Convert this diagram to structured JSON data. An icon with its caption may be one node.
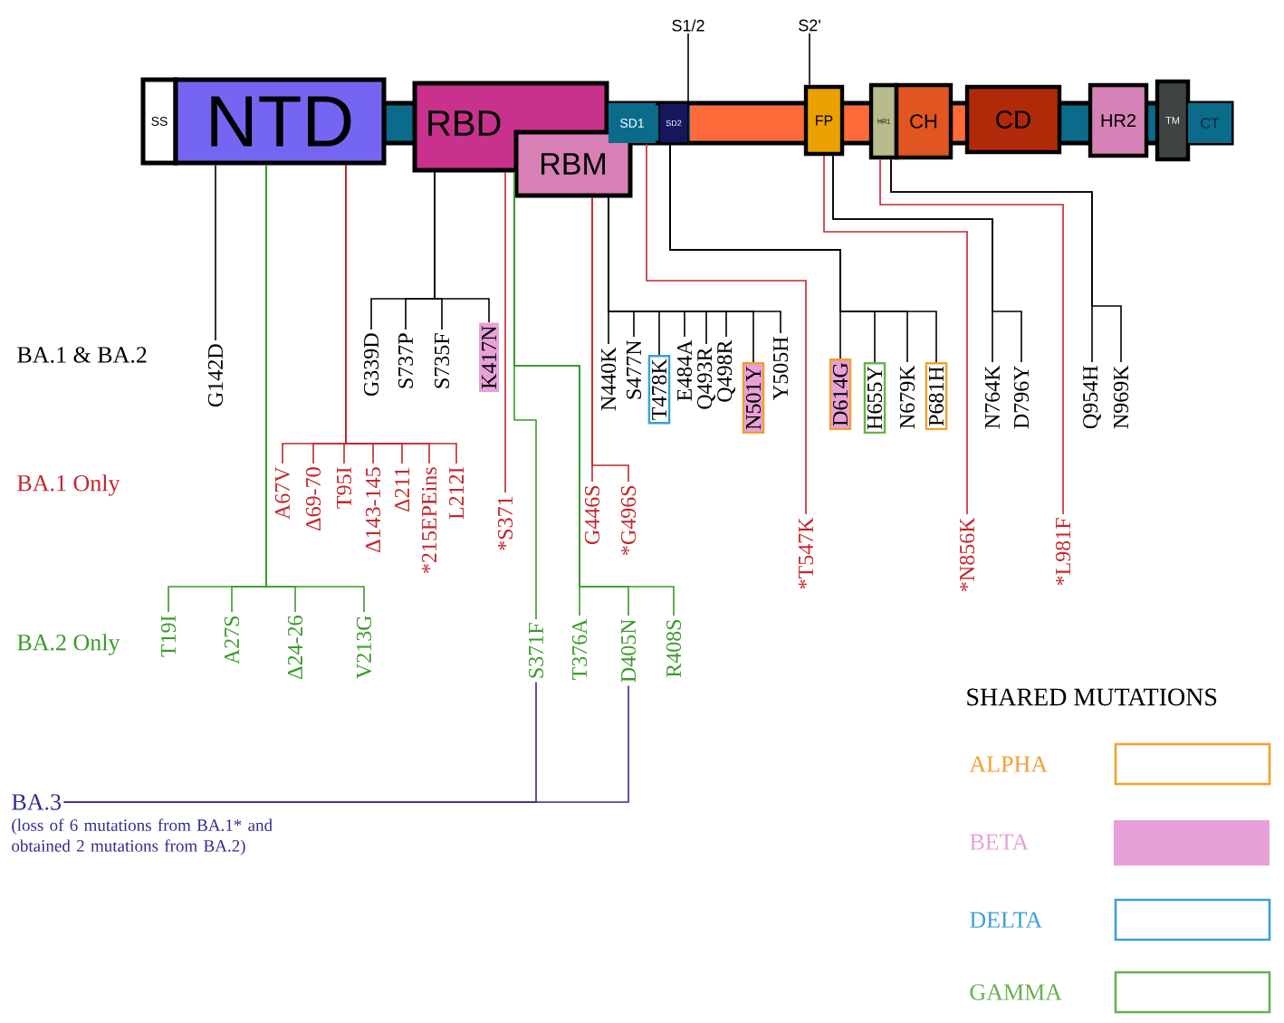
{
  "diagram": {
    "nodes": [
      {
        "text": [
          "SS"
        ]
      },
      {
        "text": [
          "NTD"
        ]
      },
      {
        "text": [
          "RBD"
        ]
      },
      {
        "text": [
          "RBM"
        ]
      },
      {
        "text": [
          "SD1"
        ]
      },
      {
        "text": [
          "SD2"
        ]
      },
      {
        "text": [
          "FP"
        ]
      },
      {
        "text": [
          "HR1"
        ]
      },
      {
        "text": [
          "CH"
        ]
      },
      {
        "text": [
          "CD"
        ]
      },
      {
        "text": [
          "HR2"
        ]
      },
      {
        "text": [
          "TM"
        ]
      },
      {
        "text": [
          "CT"
        ]
      },
      {
        "text": [
          "S1/2"
        ]
      },
      {
        "text": [
          "S2'"
        ]
      },
      {
        "text": [
          "G142D"
        ]
      },
      {
        "text": [
          "G339D"
        ]
      },
      {
        "text": [
          "S737P"
        ]
      },
      {
        "text": [
          "S735F"
        ]
      },
      {
        "text": [
          "K417N"
        ]
      },
      {
        "text": [
          "N440K"
        ]
      },
      {
        "text": [
          "S477N"
        ]
      },
      {
        "text": [
          "T478K"
        ]
      },
      {
        "text": [
          "E484A"
        ]
      },
      {
        "text": [
          "Q493R"
        ]
      },
      {
        "text": [
          "Q498R"
        ]
      },
      {
        "text": [
          "N501Y"
        ]
      },
      {
        "text": [
          "Y505H"
        ]
      },
      {
        "text": [
          "D614G"
        ]
      },
      {
        "text": [
          "H655Y"
        ]
      },
      {
        "text": [
          "N679K"
        ]
      },
      {
        "text": [
          "P681H"
        ]
      },
      {
        "text": [
          "N764K"
        ]
      },
      {
        "text": [
          "D796Y"
        ]
      },
      {
        "text": [
          "Q954H"
        ]
      },
      {
        "text": [
          "N969K"
        ]
      },
      {
        "text": [
          "A67V"
        ]
      },
      {
        "text": [
          "Δ69-70"
        ]
      },
      {
        "text": [
          "T95I"
        ]
      },
      {
        "text": [
          "Δ143-145"
        ]
      },
      {
        "text": [
          "Δ211"
        ]
      },
      {
        "text": [
          "*215EPEins"
        ]
      },
      {
        "text": [
          "L212I"
        ]
      },
      {
        "text": [
          "*S371"
        ]
      },
      {
        "text": [
          "G446S"
        ]
      },
      {
        "text": [
          "*G496S"
        ]
      },
      {
        "text": [
          "*T547K"
        ]
      },
      {
        "text": [
          "*N856K"
        ]
      },
      {
        "text": [
          "*L981F"
        ]
      },
      {
        "text": [
          "T19I"
        ]
      },
      {
        "text": [
          "A27S"
        ]
      },
      {
        "text": [
          "Δ24-26"
        ]
      },
      {
        "text": [
          "V213G"
        ]
      },
      {
        "text": [
          "S371F"
        ]
      },
      {
        "text": [
          "T376A"
        ]
      },
      {
        "text": [
          "D405N"
        ]
      },
      {
        "text": [
          "R408S"
        ]
      },
      {
        "text": [
          "BA.3",
          "(loss of 6 mutations from BA.1* and obtained 2 mutations from BA.2)"
        ]
      }
    ],
    "edges": [
      {
        "from": 1,
        "to": 15,
        "arrow": "none"
      },
      {
        "from": 2,
        "to": 16,
        "arrow": "none"
      },
      {
        "from": 2,
        "to": 17,
        "arrow": "none"
      },
      {
        "from": 2,
        "to": 18,
        "arrow": "none"
      },
      {
        "from": 2,
        "to": 19,
        "arrow": "none"
      },
      {
        "from": 3,
        "to": 20,
        "arrow": "none"
      },
      {
        "from": 3,
        "to": 21,
        "arrow": "none"
      },
      {
        "from": 3,
        "to": 22,
        "arrow": "none"
      },
      {
        "from": 3,
        "to": 23,
        "arrow": "none"
      },
      {
        "from": 3,
        "to": 24,
        "arrow": "none"
      },
      {
        "from": 3,
        "to": 25,
        "arrow": "none"
      },
      {
        "from": 3,
        "to": 26,
        "arrow": "none"
      },
      {
        "from": 3,
        "to": 27,
        "arrow": "none"
      },
      {
        "from": 5,
        "to": 28,
        "arrow": "none"
      },
      {
        "from": 5,
        "to": 29,
        "arrow": "none"
      },
      {
        "from": 5,
        "to": 30,
        "arrow": "none"
      },
      {
        "from": 5,
        "to": 31,
        "arrow": "none"
      },
      {
        "from": 6,
        "to": 32,
        "arrow": "none"
      },
      {
        "from": 6,
        "to": 33,
        "arrow": "none"
      },
      {
        "from": 7,
        "to": 34,
        "arrow": "none"
      },
      {
        "from": 7,
        "to": 35,
        "arrow": "none"
      },
      {
        "from": 1,
        "to": 36,
        "arrow": "none",
        "color": "#c1272d"
      },
      {
        "from": 1,
        "to": 37,
        "arrow": "none",
        "color": "#c1272d"
      },
      {
        "from": 1,
        "to": 38,
        "arrow": "none",
        "color": "#c1272d"
      },
      {
        "from": 1,
        "to": 39,
        "arrow": "none",
        "color": "#c1272d"
      },
      {
        "from": 1,
        "to": 40,
        "arrow": "none",
        "color": "#c1272d"
      },
      {
        "from": 1,
        "to": 41,
        "arrow": "none",
        "color": "#c1272d"
      },
      {
        "from": 1,
        "to": 42,
        "arrow": "none",
        "color": "#c1272d"
      },
      {
        "from": 2,
        "to": 43,
        "arrow": "none",
        "color": "#c1272d"
      },
      {
        "from": 3,
        "to": 44,
        "arrow": "none",
        "color": "#c1272d"
      },
      {
        "from": 3,
        "to": 45,
        "arrow": "none",
        "color": "#c1272d"
      },
      {
        "from": 4,
        "to": 46,
        "arrow": "none",
        "color": "#c1272d"
      },
      {
        "from": 6,
        "to": 47,
        "arrow": "none",
        "color": "#c1272d"
      },
      {
        "from": 7,
        "to": 48,
        "arrow": "none",
        "color": "#c1272d"
      },
      {
        "from": 1,
        "to": 49,
        "arrow": "none",
        "color": "#3a9a2a"
      },
      {
        "from": 1,
        "to": 50,
        "arrow": "none",
        "color": "#3a9a2a"
      },
      {
        "from": 1,
        "to": 51,
        "arrow": "none",
        "color": "#3a9a2a"
      },
      {
        "from": 1,
        "to": 52,
        "arrow": "none",
        "color": "#3a9a2a"
      },
      {
        "from": 2,
        "to": 53,
        "arrow": "none",
        "color": "#3a9a2a"
      },
      {
        "from": 2,
        "to": 54,
        "arrow": "none",
        "color": "#3a9a2a"
      },
      {
        "from": 2,
        "to": 55,
        "arrow": "none",
        "color": "#3a9a2a"
      },
      {
        "from": 2,
        "to": 56,
        "arrow": "none",
        "color": "#3a9a2a"
      },
      {
        "from": 57,
        "to": 53,
        "arrow": "none",
        "color": "#2e2e8f"
      },
      {
        "from": 57,
        "to": 55,
        "arrow": "none",
        "color": "#2e2e8f"
      },
      {
        "from": 13,
        "to": 5,
        "arrow": "none"
      },
      {
        "from": 14,
        "to": 6,
        "arrow": "none"
      }
    ],
    "labels": [
      "BA.1 & BA.2",
      "BA.1 Only",
      "BA.2 Only",
      "SHARED MUTATIONS"
    ],
    "legend": [
      {
        "text": "ALPHA",
        "color": "#f0a030"
      },
      {
        "text": "BETA",
        "color": "#e8a0d8"
      },
      {
        "text": "DELTA",
        "color": "#3aa0dc"
      },
      {
        "text": "GAMMA",
        "color": "#6ab04c"
      }
    ]
  }
}
